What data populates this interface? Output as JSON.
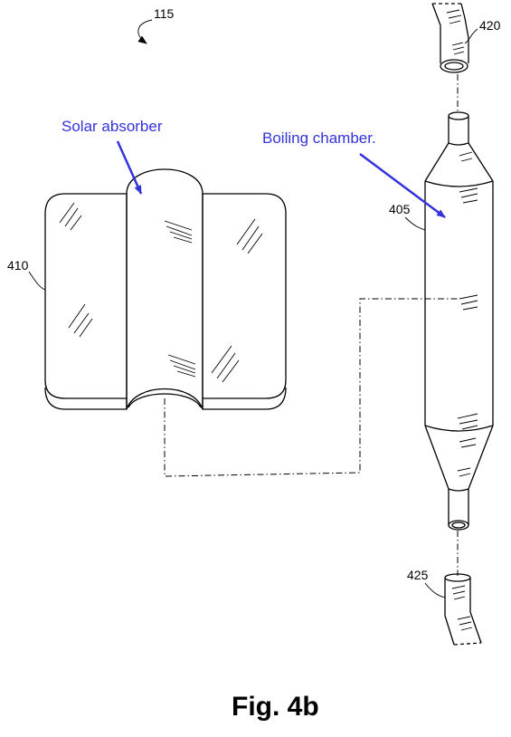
{
  "figure": {
    "caption": "Fig. 4b",
    "ref_labels": {
      "system": "115",
      "upper_pipe": "420",
      "boiling_chamber": "405",
      "solar_absorber": "410",
      "lower_pipe": "425"
    },
    "annotations": {
      "solar_absorber": "Solar absorber",
      "boiling_chamber": "Boiling chamber."
    },
    "annotation_color": "#3333dd"
  }
}
